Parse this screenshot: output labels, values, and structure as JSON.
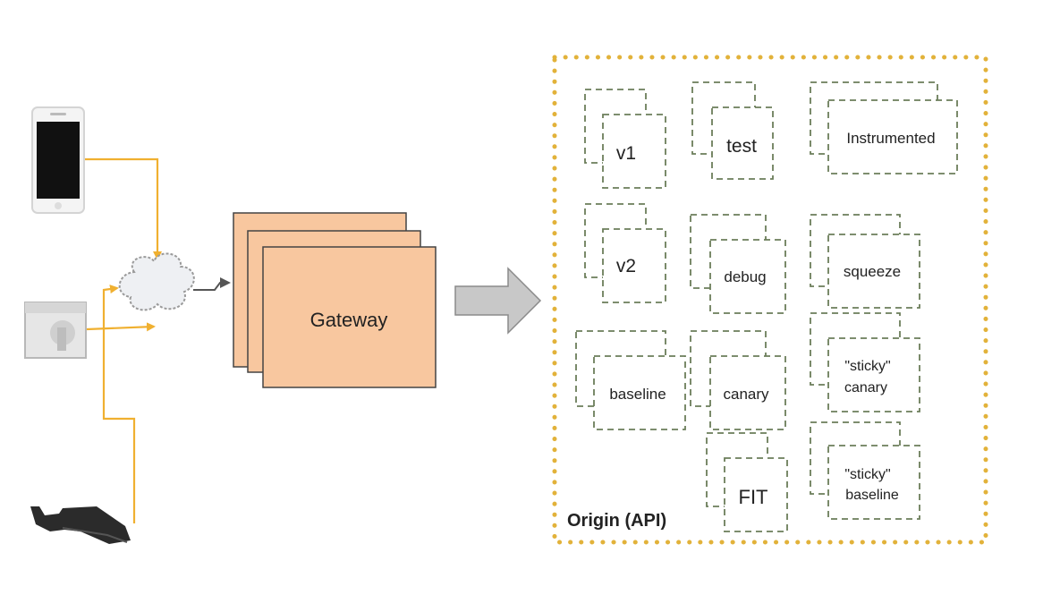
{
  "gateway": {
    "label": "Gateway"
  },
  "origin": {
    "label": "Origin (API)",
    "clusters": [
      {
        "id": "v1",
        "label": "v1"
      },
      {
        "id": "test",
        "label": "test"
      },
      {
        "id": "instrumented",
        "label": "Instrumented"
      },
      {
        "id": "v2",
        "label": "v2"
      },
      {
        "id": "debug",
        "label": "debug"
      },
      {
        "id": "squeeze",
        "label": "squeeze"
      },
      {
        "id": "baseline",
        "label": "baseline"
      },
      {
        "id": "canary",
        "label": "canary"
      },
      {
        "id": "sticky-canary",
        "label_line1": "\"sticky\"",
        "label_line2": "canary"
      },
      {
        "id": "fit",
        "label": "FIT"
      },
      {
        "id": "sticky-baseline",
        "label_line1": "\"sticky\"",
        "label_line2": "baseline"
      }
    ]
  },
  "colors": {
    "connector": "#f0b030",
    "gateway_fill": "#f8c79f",
    "gateway_stroke": "#444444",
    "cluster_stroke": "#6b7d5a",
    "origin_border": "#e2b23a",
    "big_arrow": "#c8c8c8"
  },
  "icons": [
    "smartphone-icon",
    "desktop-computer-icon",
    "game-console-icon",
    "cloud-icon",
    "big-right-arrow-icon"
  ]
}
